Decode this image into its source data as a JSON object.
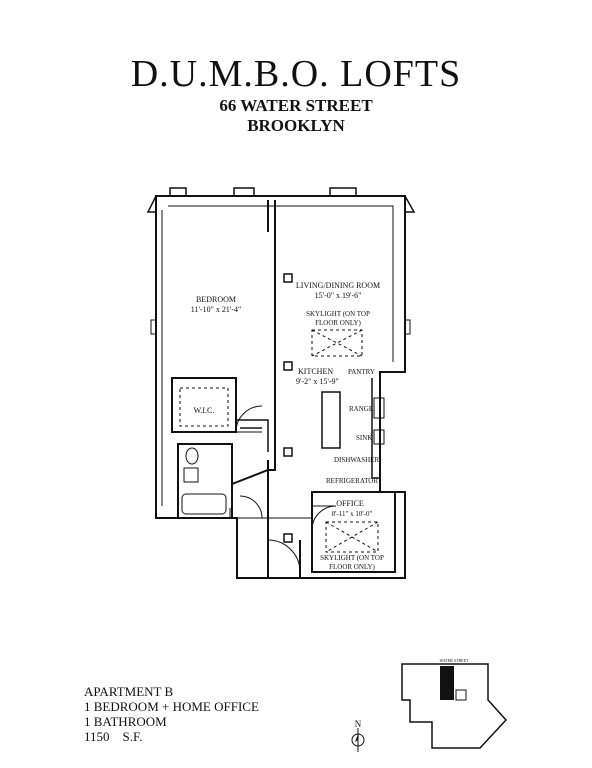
{
  "header": {
    "title": "D.U.M.B.O. LOFTS",
    "address": "66 WATER STREET",
    "city": "BROOKLYN"
  },
  "rooms": {
    "bedroom": {
      "name": "BEDROOM",
      "size": "11'-10\" x 21'-4\""
    },
    "living": {
      "name": "LIVING/DINING ROOM",
      "size": "15'-0\" x 19'-6\""
    },
    "skylight_living": {
      "line1": "SKYLIGHT (ON TOP",
      "line2": "FLOOR ONLY)"
    },
    "kitchen": {
      "name": "KITCHEN",
      "size": "9'-2\" x 15'-9\""
    },
    "pantry": "PANTRY",
    "range": "RANGE",
    "sink": "SINK",
    "dishwasher": "DISHWASHER",
    "refrigerator": "REFRIGERATOR",
    "wic": "W.I.C.",
    "office": {
      "name": "OFFICE",
      "size": "8'-11\" x 10'-0\""
    },
    "skylight_office": {
      "line1": "SKYLIGHT (ON TOP",
      "line2": "FLOOR ONLY)"
    }
  },
  "info": {
    "apartment": "APARTMENT B",
    "layout": "1 BEDROOM + HOME OFFICE",
    "bathrooms": "1 BATHROOM",
    "area": "1150    S.F."
  },
  "keyplan": {
    "street": "WATER STREET"
  },
  "compass": {
    "north": "N"
  }
}
